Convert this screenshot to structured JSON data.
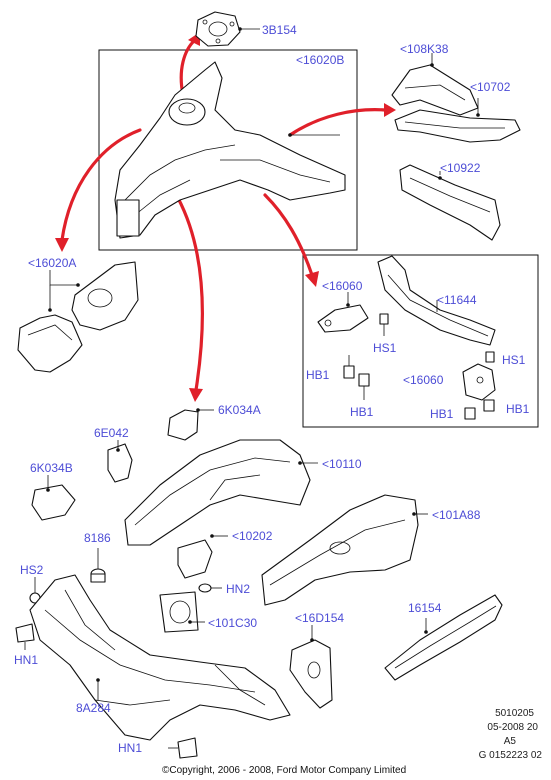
{
  "colors": {
    "label": "#4d4dd6",
    "arrow": "#e0202a",
    "line": "#111111"
  },
  "labels": {
    "3B154": "3B154",
    "16020B": "<16020B",
    "108K38": "<108K38",
    "10702": "<10702",
    "10922": "<10922",
    "16020A": "<16020A",
    "16060_top": "<16060",
    "11644": "<11644",
    "HS1_a": "HS1",
    "HS1_b": "HS1",
    "HB1_a": "HB1",
    "HB1_b": "HB1",
    "16060_bottom": "<16060",
    "HB1_c": "HB1",
    "HB1_d": "HB1",
    "6K034A": "6K034A",
    "6E042": "6E042",
    "10110": "<10110",
    "6K034B": "6K034B",
    "101A88": "<101A88",
    "8186": "8186",
    "10202": "<10202",
    "HS2": "HS2",
    "HN2": "HN2",
    "101C30": "<101C30",
    "16D154": "<16D154",
    "16154": "16154",
    "HN1_a": "HN1",
    "8A284": "8A284",
    "HN1_b": "HN1"
  },
  "meta": {
    "line1": "5010205",
    "line2": "05-2008 20",
    "line3": "A5",
    "line4": "G 0152223 02"
  },
  "copyright": "©Copyright, 2006 - 2008, Ford Motor Company Limited"
}
